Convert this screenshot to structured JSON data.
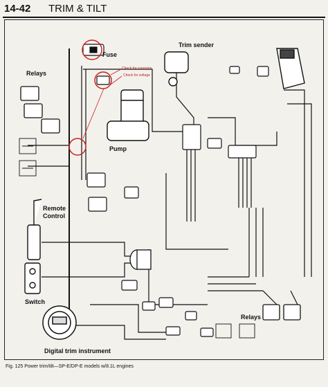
{
  "header": {
    "page_number": "14-42",
    "title": "TRIM & TILT"
  },
  "labels": {
    "fuse": "Fuse",
    "trim_sender": "Trim sender",
    "relays_top": "Relays",
    "check_note_1": "Check for corrosion",
    "check_note_2": "Check for voltage",
    "pump": "Pump",
    "remote_control_1": "Remote",
    "remote_control_2": "Control",
    "switch": "Switch",
    "relays_bottom": "Relays",
    "digital_trim_instrument": "Digital trim instrument"
  },
  "caption": "Fig. 125 Power trim/tilt—SP-E/DP-E models w/8.1L engines",
  "colors": {
    "ink": "#111111",
    "annotation": "#cc2222",
    "paper": "#f3f1ec"
  }
}
